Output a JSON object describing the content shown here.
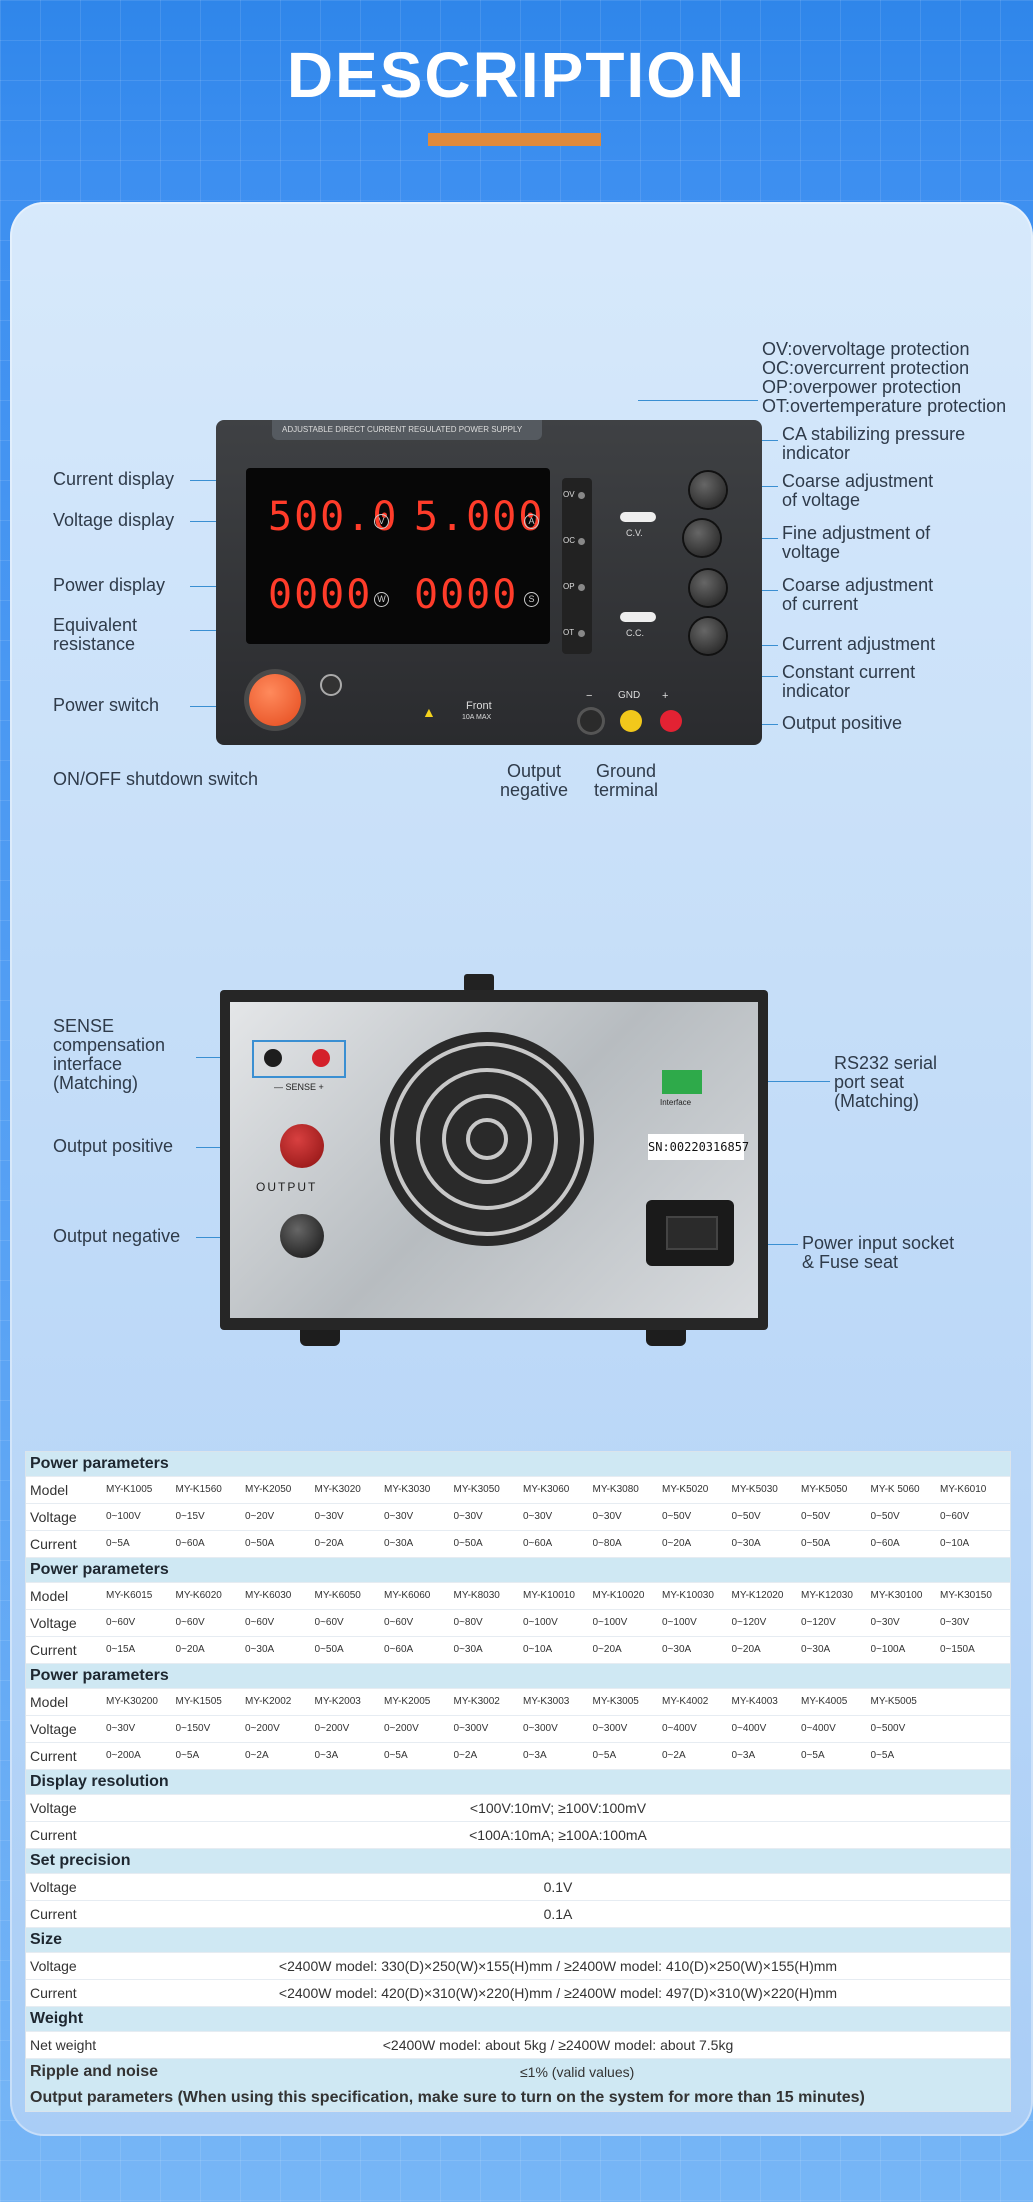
{
  "header": {
    "title": "DESCRIPTION"
  },
  "front": {
    "protection_labels": [
      "OV:overvoltage protection",
      "OC:overcurrent protection",
      "OP:overpower protection",
      "OT:overtemperature protection"
    ],
    "top_text": "ADJUSTABLE DIRECT CURRENT REGULATED POWER SUPPLY",
    "v_display": "500.0",
    "a_display": "5.000",
    "w_display": "0000",
    "s_display": "0000",
    "units": {
      "v": "V",
      "a": "A",
      "w": "W",
      "s": "S"
    },
    "indicators": [
      "OV",
      "OC",
      "OP",
      "OT"
    ],
    "cv": "C.V.",
    "cc": "C.C.",
    "front_text": "Front",
    "max_text": "10A MAX",
    "terminals": [
      "−",
      "GND",
      "+"
    ],
    "left_labels": [
      "Current display",
      "Voltage display",
      "Power display",
      "Equivalent\nresistance",
      "Power switch",
      "ON/OFF shutdown switch"
    ],
    "right_labels": [
      "CA stabilizing pressure\nindicator",
      "Coarse adjustment\nof voltage",
      "Fine adjustment of\nvoltage",
      "Coarse adjustment\nof current",
      "Current adjustment",
      "Constant current\nindicator",
      "Output positive"
    ],
    "bottom_labels": [
      "Output\nnegative",
      "Ground\nterminal"
    ]
  },
  "back": {
    "left_labels": [
      "SENSE\ncompensation\ninterface\n(Matching)",
      "Output positive",
      "Output negative"
    ],
    "right_labels": [
      "RS232 serial\nport seat\n(Matching)",
      "Power input socket\n& Fuse seat"
    ],
    "sense_text": "— SENSE +",
    "output_text": "OUTPUT",
    "interface_text": "Interface",
    "sn_text": "SN:00220316857"
  },
  "specs": {
    "groups": [
      {
        "title": "Power parameters",
        "models": [
          "MY-K1005",
          "MY-K1560",
          "MY-K2050",
          "MY-K3020",
          "MY-K3030",
          "MY-K3050",
          "MY-K3060",
          "MY-K3080",
          "MY-K5020",
          "MY-K5030",
          "MY-K5050",
          "MY-K 5060",
          "MY-K6010"
        ],
        "voltage": [
          "0~100V",
          "0~15V",
          "0~20V",
          "0~30V",
          "0~30V",
          "0~30V",
          "0~30V",
          "0~30V",
          "0~50V",
          "0~50V",
          "0~50V",
          "0~50V",
          "0~60V"
        ],
        "current": [
          "0~5A",
          "0~60A",
          "0~50A",
          "0~20A",
          "0~30A",
          "0~50A",
          "0~60A",
          "0~80A",
          "0~20A",
          "0~30A",
          "0~50A",
          "0~60A",
          "0~10A"
        ]
      },
      {
        "title": "Power parameters",
        "models": [
          "MY-K6015",
          "MY-K6020",
          "MY-K6030",
          "MY-K6050",
          "MY-K6060",
          "MY-K8030",
          "MY-K10010",
          "MY-K10020",
          "MY-K10030",
          "MY-K12020",
          "MY-K12030",
          "MY-K30100",
          "MY-K30150"
        ],
        "voltage": [
          "0~60V",
          "0~60V",
          "0~60V",
          "0~60V",
          "0~60V",
          "0~80V",
          "0~100V",
          "0~100V",
          "0~100V",
          "0~120V",
          "0~120V",
          "0~30V",
          "0~30V"
        ],
        "current": [
          "0~15A",
          "0~20A",
          "0~30A",
          "0~50A",
          "0~60A",
          "0~30A",
          "0~10A",
          "0~20A",
          "0~30A",
          "0~20A",
          "0~30A",
          "0~100A",
          "0~150A"
        ]
      },
      {
        "title": "Power parameters",
        "models": [
          "MY-K30200",
          "MY-K1505",
          "MY-K2002",
          "MY-K2003",
          "MY-K2005",
          "MY-K3002",
          "MY-K3003",
          "MY-K3005",
          "MY-K4002",
          "MY-K4003",
          "MY-K4005",
          "MY-K5005",
          ""
        ],
        "voltage": [
          "0~30V",
          "0~150V",
          "0~200V",
          "0~200V",
          "0~200V",
          "0~300V",
          "0~300V",
          "0~300V",
          "0~400V",
          "0~400V",
          "0~400V",
          "0~500V",
          ""
        ],
        "current": [
          "0~200A",
          "0~5A",
          "0~2A",
          "0~3A",
          "0~5A",
          "0~2A",
          "0~3A",
          "0~5A",
          "0~2A",
          "0~3A",
          "0~5A",
          "0~5A",
          ""
        ]
      }
    ],
    "row_labels": {
      "model": "Model",
      "voltage": "Voltage",
      "current": "Current",
      "net": "Net weight"
    },
    "display_resolution": {
      "title": "Display resolution",
      "voltage": "<100V:10mV; ≥100V:100mV",
      "current": "<100A:10mA; ≥100A:100mA"
    },
    "set_precision": {
      "title": "Set precision",
      "voltage": "0.1V",
      "current": "0.1A"
    },
    "size": {
      "title": "Size",
      "voltage": "<2400W model: 330(D)×250(W)×155(H)mm / ≥2400W model: 410(D)×250(W)×155(H)mm",
      "current": "<2400W model: 420(D)×310(W)×220(H)mm / ≥2400W model: 497(D)×310(W)×220(H)mm"
    },
    "weight": {
      "title": "Weight",
      "net": "<2400W model: about 5kg / ≥2400W model: about 7.5kg"
    },
    "ripple": {
      "title": "Ripple and noise",
      "value": "≤1% (valid values)"
    },
    "output_note": "Output parameters (When using this specification, make sure to turn on the system for more than 15 minutes)"
  }
}
